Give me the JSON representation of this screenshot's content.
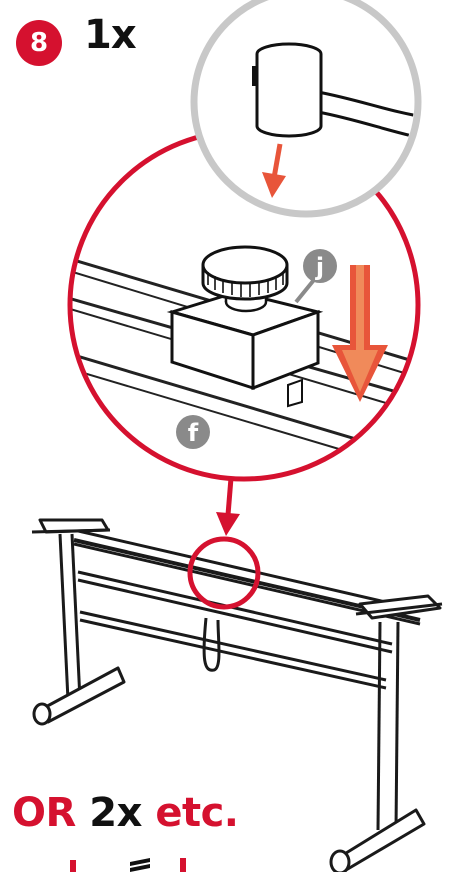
{
  "step": {
    "number": "8",
    "quantity": "1x"
  },
  "callouts": {
    "part_j": "j",
    "part_f": "f"
  },
  "footer": {
    "word_or": "OR",
    "quantity": "2x",
    "word_etc": "etc."
  },
  "colors": {
    "accent": "#d5112f",
    "gray_ring": "#c8c8c8",
    "callout_gray": "#8a8a8a",
    "ink": "#1a1a1a"
  },
  "icons": [
    "mallet-icon",
    "down-arrow-icon",
    "knob-clamp-icon",
    "stand-frame-icon"
  ]
}
